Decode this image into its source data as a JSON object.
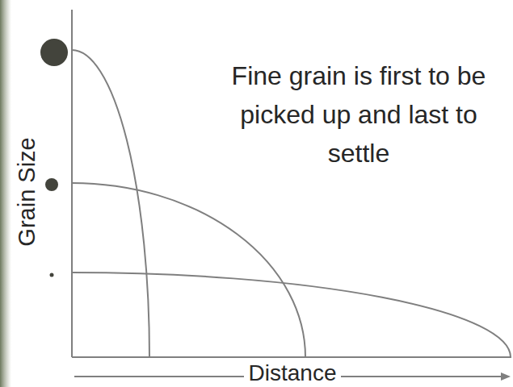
{
  "diagram": {
    "labels": [
      "Fine grain is first to be picked up and last to settle",
      "Grain Size",
      "Distance"
    ]
  }
}
